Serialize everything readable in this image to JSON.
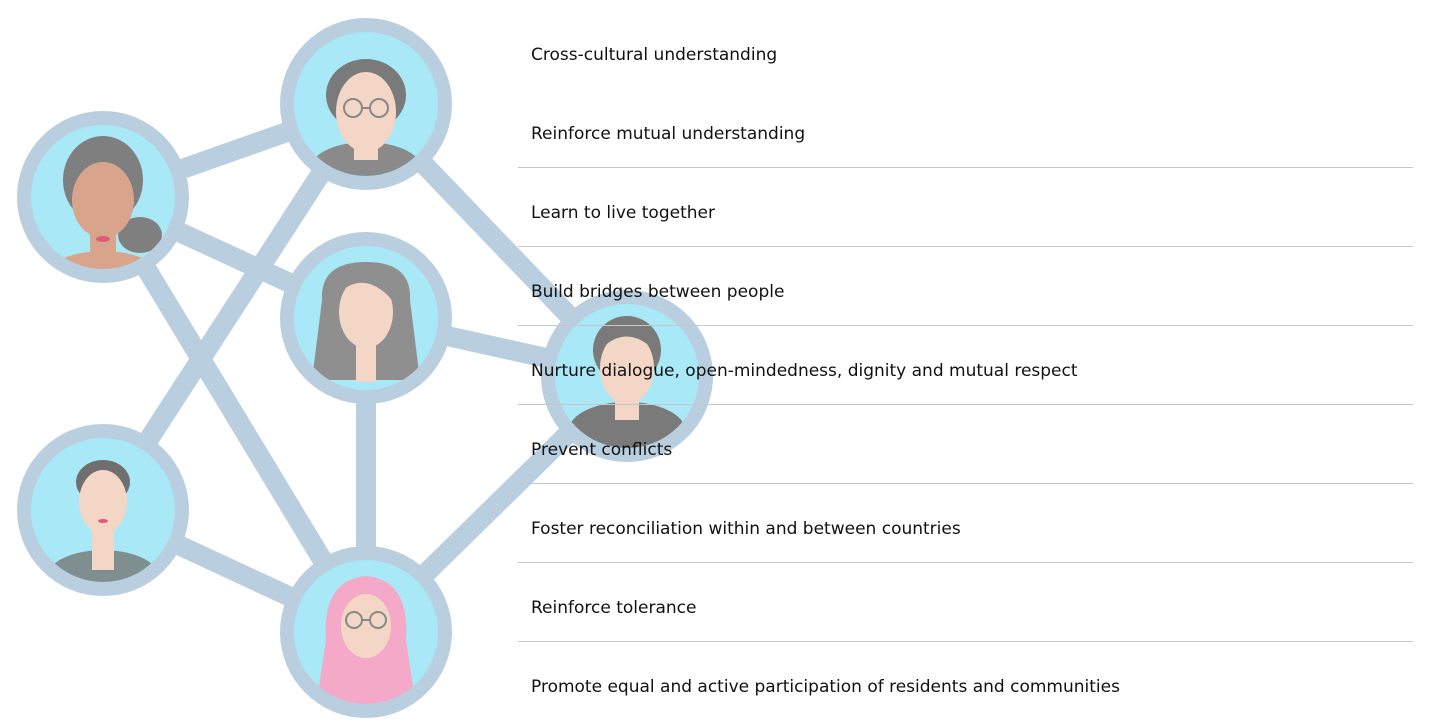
{
  "items": [
    {
      "label": "Cross-cultural understanding"
    },
    {
      "label": "Reinforce mutual understanding"
    },
    {
      "label": "Learn to live together"
    },
    {
      "label": "Build bridges between people"
    },
    {
      "label": "Nurture dialogue, open-mindedness, dignity and mutual respect"
    },
    {
      "label": "Prevent conflicts"
    },
    {
      "label": "Foster reconciliation within and between countries"
    },
    {
      "label": "Reinforce tolerance"
    },
    {
      "label": "Promote equal and active participation of residents and communities"
    }
  ],
  "colors": {
    "ring": "#b9cfe0",
    "link": "#b9cfe0",
    "avatar_bg": "#a9e8f7",
    "skin": "#f3d6c6",
    "hair": "#8f8f8f",
    "hijab": "#f4a9c8",
    "text": "#111111",
    "divider": "#c6c6c6"
  }
}
